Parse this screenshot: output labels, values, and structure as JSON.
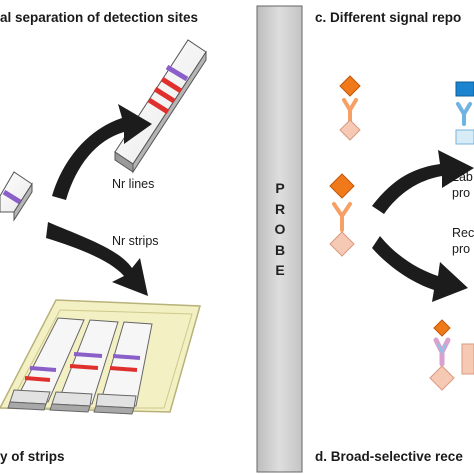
{
  "title_a": "al separation of detection sites",
  "title_c": "c. Different signal repo",
  "title_b": "y of strips",
  "title_d": "d. Broad-selective rece",
  "label_nr_lines": "Nr lines",
  "label_nr_strips": "Nr strips",
  "label_lab": "Lab",
  "label_pro_1": "pro",
  "label_rec": "Rec",
  "label_pro_2": "pro",
  "probe_letters": [
    "P",
    "R",
    "O",
    "B",
    "E"
  ],
  "colors": {
    "red_band": "#e0302e",
    "purple_band": "#8a5fc8",
    "probe_fill": "#cfcfcf",
    "orange_diamond": "#f07a1a",
    "pink_diamond": "#f6c9b4",
    "blue_rect": "#1a84d0",
    "light_blue_rect": "#d8ecf8",
    "tray_fill": "#f3f0c4"
  }
}
